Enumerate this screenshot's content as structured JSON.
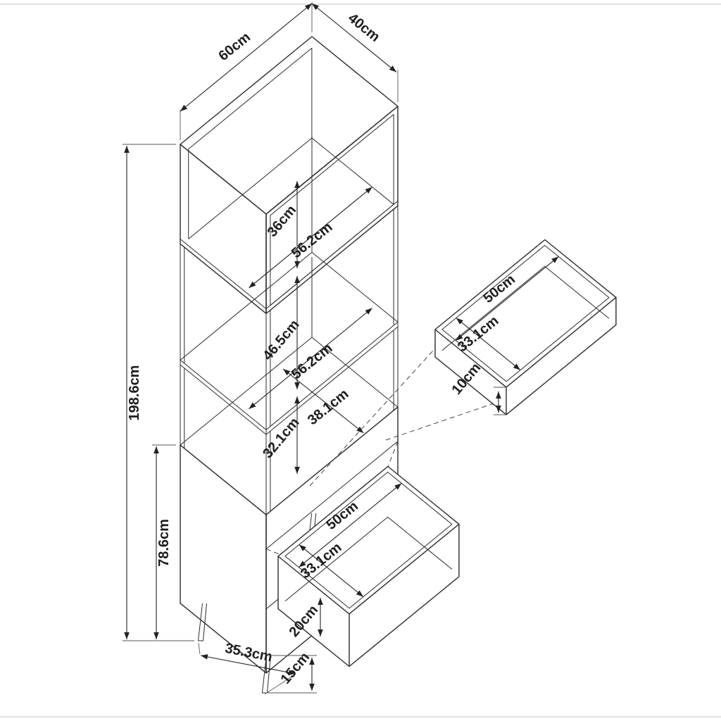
{
  "diagram": {
    "colors": {
      "line": "#2b2b2b",
      "dimension": "#222222",
      "dashed": "#444444",
      "frame": "#d9d9d9"
    },
    "labels": {
      "cabinet_width": "60cm",
      "cabinet_depth": "40cm",
      "cabinet_height": "198.6cm",
      "lower_section_height": "78.6cm",
      "compartment1_height": "36cm",
      "compartment1_width": "56.2cm",
      "compartment2_height": "46.5cm",
      "compartment2_width": "56.2cm",
      "compartment3_height": "32.1cm",
      "compartment3_depth": "38.1cm",
      "drawer_small_width": "50cm",
      "drawer_small_depth": "33.1cm",
      "drawer_small_height": "10cm",
      "drawer_large_width": "50cm",
      "drawer_large_depth": "33.1cm",
      "drawer_large_height": "20cm",
      "leg_spacing": "35.3cm",
      "leg_height": "15cm"
    }
  }
}
